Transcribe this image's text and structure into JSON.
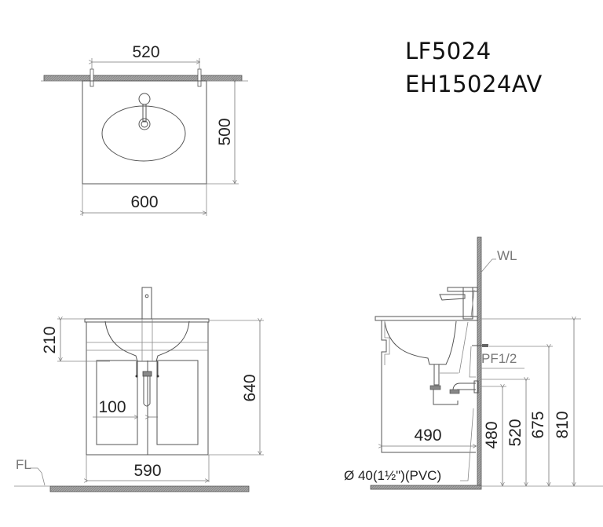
{
  "title": {
    "models": [
      "LF5024",
      "EH15024AV"
    ]
  },
  "top_view": {
    "dims": {
      "faucet_spacing": "520",
      "depth": "500",
      "width": "600"
    }
  },
  "front_view": {
    "dims": {
      "basin_depth": "210",
      "height": "640",
      "drain_offset": "100",
      "width": "590"
    },
    "labels": {
      "floor_level": "FL"
    }
  },
  "side_view": {
    "dims": {
      "depth": "490",
      "h1": "480",
      "h2": "520",
      "h3": "675",
      "h4": "810"
    },
    "labels": {
      "wall_level": "WL",
      "supply": "PF1/2",
      "drain": "Ø  40(1½\")(PVC)"
    }
  },
  "colors": {
    "line": "#555555",
    "wall_fill": "#9a9a9a",
    "text": "#222222"
  }
}
